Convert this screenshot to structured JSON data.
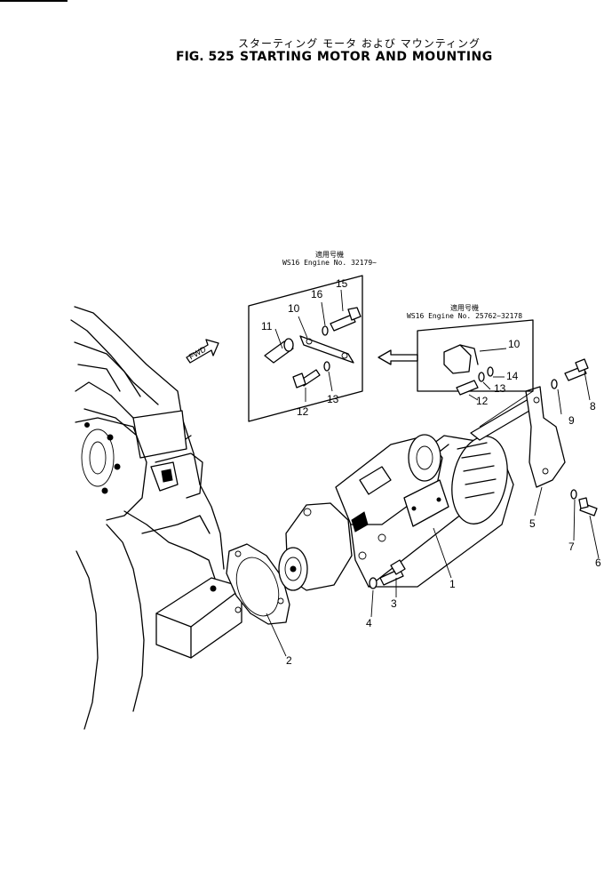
{
  "header": {
    "title_jp": "スターティング モータ および マウンティング",
    "fig_number": "FIG. 525",
    "title_en": "STARTING MOTOR AND MOUNTING"
  },
  "notes": {
    "upper_label": "適用号機",
    "upper_text": "WS16  Engine  No. 32179~",
    "right_label": "適用号機",
    "right_text": "WS16  Engine  No. 25762~32178"
  },
  "fwd_label": "FWD",
  "callouts": {
    "c1": "1",
    "c2": "2",
    "c3": "3",
    "c4": "4",
    "c5": "5",
    "c6": "6",
    "c7": "7",
    "c8": "8",
    "c9": "9",
    "u10": "10",
    "u11": "11",
    "u12": "12",
    "u13": "13",
    "u15": "15",
    "u16": "16",
    "r10": "10",
    "r12": "12",
    "r13": "13",
    "r14": "14"
  }
}
